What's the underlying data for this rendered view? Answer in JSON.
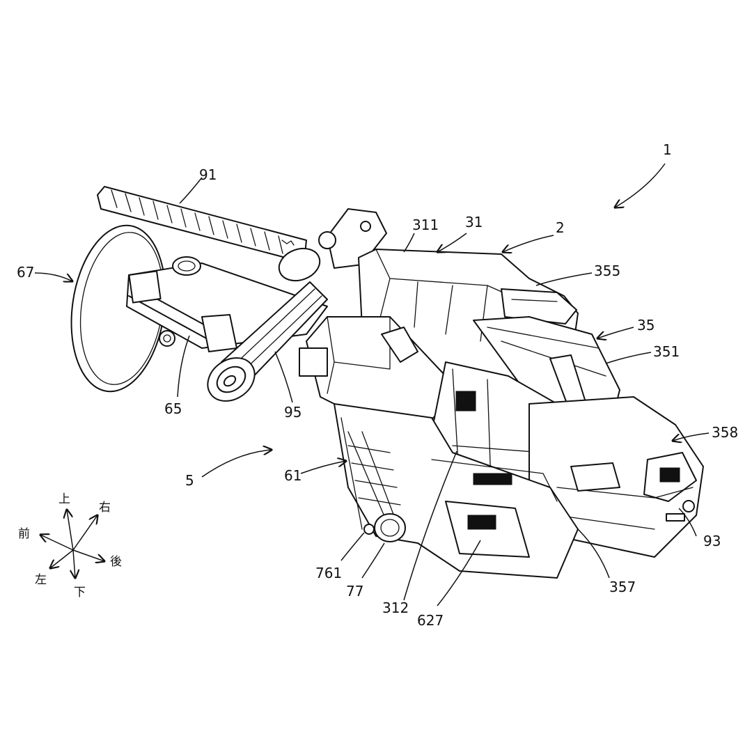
{
  "figure": {
    "reference_numerals": {
      "n1": "1",
      "n2": "2",
      "n31": "31",
      "n311": "311",
      "n312": "312",
      "n35": "35",
      "n351": "351",
      "n355": "355",
      "n357": "357",
      "n358": "358",
      "n5": "5",
      "n61": "61",
      "n627": "627",
      "n65": "65",
      "n67": "67",
      "n761": "761",
      "n77": "77",
      "n91": "91",
      "n93": "93",
      "n95": "95"
    },
    "direction_legend": {
      "up": "上",
      "down": "下",
      "front": "前",
      "rear": "後",
      "left": "左",
      "right": "右"
    }
  }
}
